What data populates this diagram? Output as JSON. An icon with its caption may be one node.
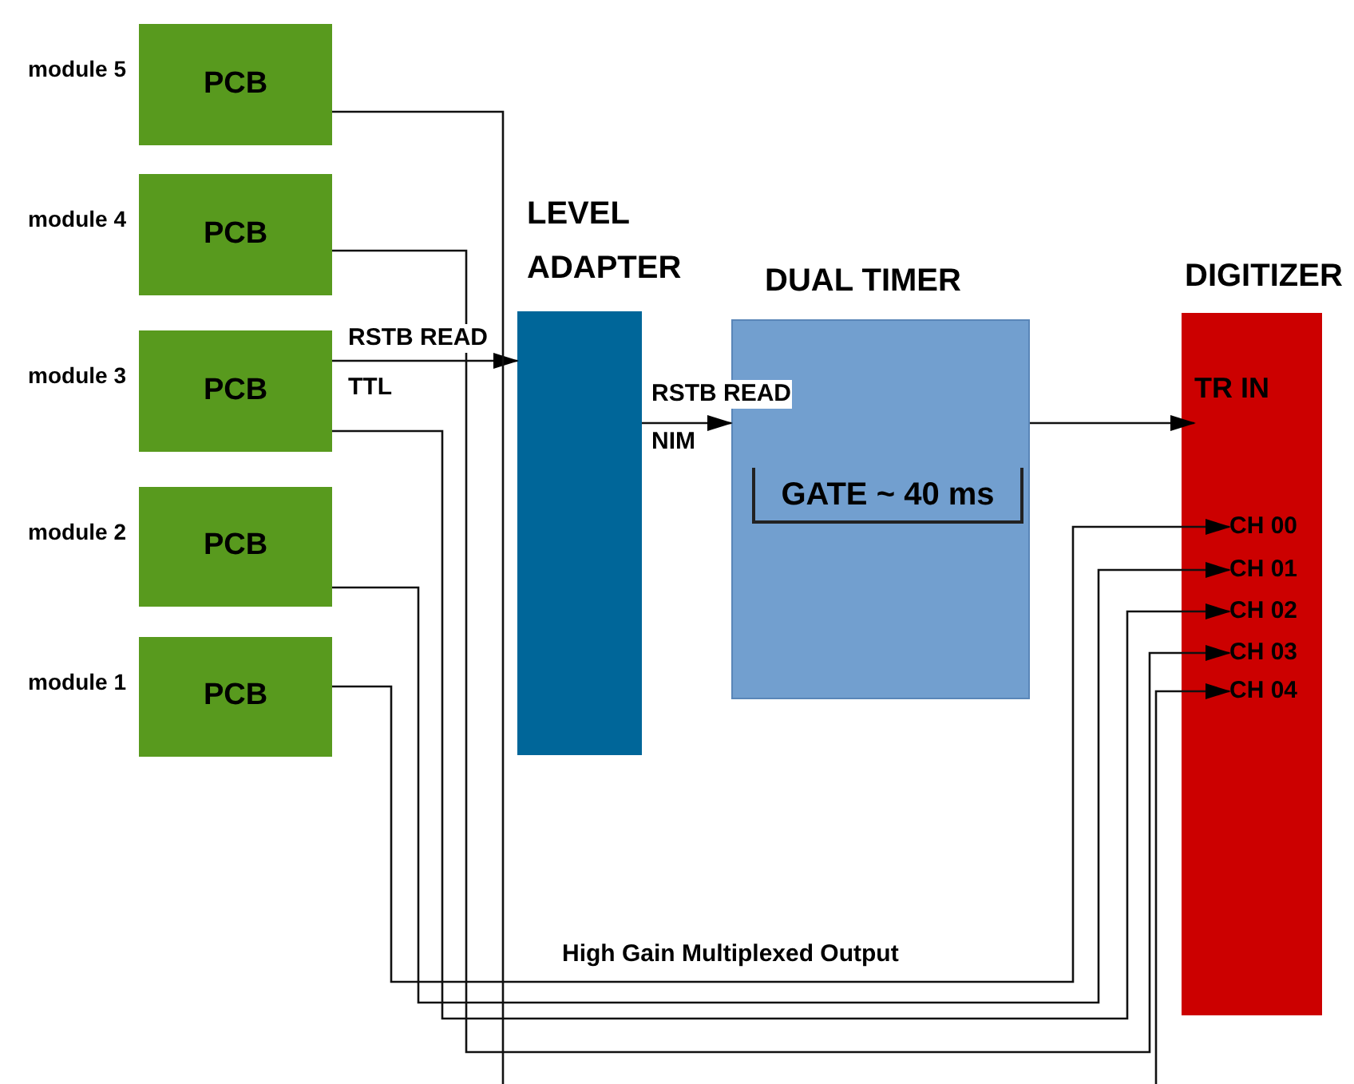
{
  "diagram": {
    "nodes": [
      {
        "text": [
          "PCB"
        ],
        "beside": [
          "module 5"
        ]
      },
      {
        "text": [
          "PCB"
        ],
        "beside": [
          "module 4"
        ]
      },
      {
        "text": [
          "PCB"
        ],
        "beside": [
          "module 3"
        ]
      },
      {
        "text": [
          "PCB"
        ],
        "beside": [
          "module 2"
        ]
      },
      {
        "text": [
          "PCB"
        ],
        "beside": [
          "module 1"
        ]
      },
      {
        "text": [
          "LEVEL ADAPTER"
        ]
      },
      {
        "text": [
          "DUAL TIMER"
        ]
      },
      {
        "text": [
          "GATE ~ 40 ms"
        ],
        "in": 6
      },
      {
        "text": [
          "DIGITIZER"
        ]
      },
      {
        "text": [
          "TR IN"
        ],
        "in": 8
      },
      {
        "text": [
          "CH 00"
        ],
        "in": 8
      },
      {
        "text": [
          "CH 01"
        ],
        "in": 8
      },
      {
        "text": [
          "CH 02"
        ],
        "in": 8
      },
      {
        "text": [
          "CH 03"
        ],
        "in": 8
      },
      {
        "text": [
          "CH 04"
        ],
        "in": 8
      }
    ],
    "edges": [
      {
        "from": 2,
        "to": 5,
        "arrow": "to",
        "label": "RSTB READ"
      },
      {
        "from": 5,
        "to": 6,
        "arrow": "to",
        "label": "RSTB READ"
      },
      {
        "from": 6,
        "to": 9,
        "arrow": "to"
      },
      {
        "from": 4,
        "to": 10,
        "arrow": "to",
        "label": "High Gain Multiplexed Output"
      },
      {
        "from": 3,
        "to": 11,
        "arrow": "to"
      },
      {
        "from": 2,
        "to": 12,
        "arrow": "to"
      },
      {
        "from": 1,
        "to": 13,
        "arrow": "to"
      },
      {
        "from": 0,
        "to": 14,
        "arrow": "to"
      }
    ],
    "labels": [
      "TTL",
      "NIM"
    ]
  }
}
